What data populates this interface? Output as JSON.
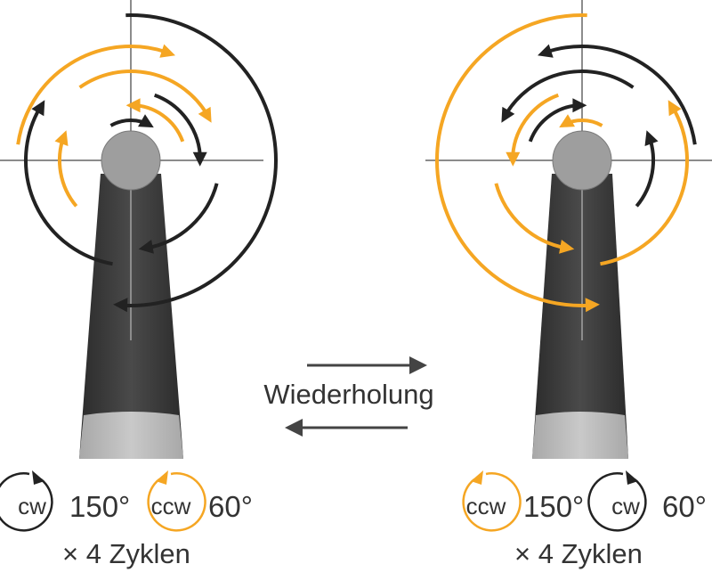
{
  "center": {
    "label": "Wiederholung"
  },
  "left_panel": {
    "step1": {
      "direction": "cw",
      "angle": "150°"
    },
    "step2": {
      "direction": "ccw",
      "angle": "60°"
    },
    "cycles": "× 4 Zyklen"
  },
  "right_panel": {
    "step1": {
      "direction": "ccw",
      "angle": "150°"
    },
    "step2": {
      "direction": "cw",
      "angle": "60°"
    },
    "cycles": "× 4 Zyklen"
  },
  "colors": {
    "cw": "#222222",
    "ccw": "#F5A623",
    "file_dark": "#3a3a3a",
    "file_light": "#b8b8b8",
    "hub": "#9e9e9e",
    "crosshair": "#8c8c8c"
  }
}
